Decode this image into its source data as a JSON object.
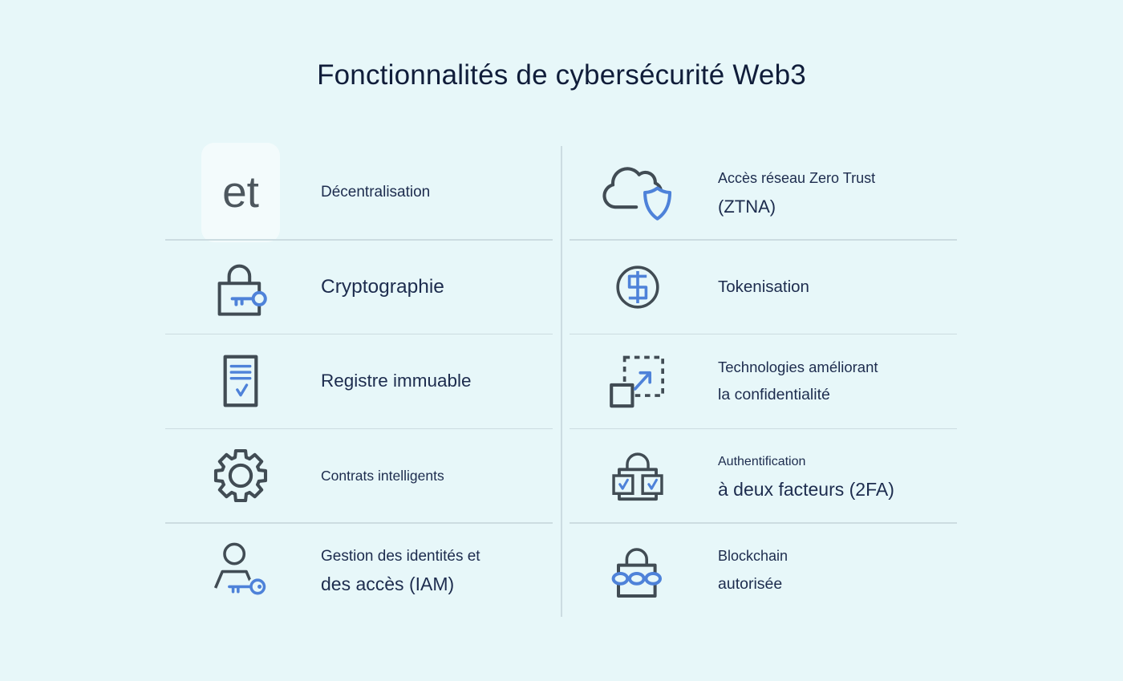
{
  "title": "Fonctionnalités de cybersécurité Web3",
  "theme": {
    "bg": "#e7f7f9",
    "divider": "#ccdce1",
    "icon_dark": "#414c54",
    "icon_blue": "#4e82d9",
    "text": "#1d2c4e",
    "title_color": "#101d3a",
    "et_color": "#4d575e"
  },
  "features": [
    {
      "name": "decentralisation",
      "icon": "et-text-icon",
      "icon_text": "et",
      "lines": [
        "Décentralisation"
      ]
    },
    {
      "name": "ztna",
      "icon": "cloud-shield-icon",
      "lines": [
        "Accès réseau Zero Trust",
        "(ZTNA)"
      ]
    },
    {
      "name": "cryptographie",
      "icon": "lock-key-icon",
      "lines": [
        "Cryptographie"
      ]
    },
    {
      "name": "tokenisation",
      "icon": "dollar-circle-icon",
      "lines": [
        "Tokenisation"
      ]
    },
    {
      "name": "registre-immuable",
      "icon": "document-check-icon",
      "lines": [
        "Registre immuable"
      ]
    },
    {
      "name": "technologies-confidentialite",
      "icon": "privacy-expand-icon",
      "lines": [
        "Technologies améliorant",
        "la confidentialité"
      ]
    },
    {
      "name": "contrats-intelligents",
      "icon": "gear-icon",
      "lines": [
        "Contrats intelligents"
      ]
    },
    {
      "name": "authentification-2fa",
      "icon": "two-factor-lock-icon",
      "lines": [
        "Authentification",
        "à deux facteurs (2FA)"
      ]
    },
    {
      "name": "gestion-identites-iam",
      "icon": "person-key-icon",
      "lines": [
        "Gestion des identités et",
        "des accès (IAM)"
      ]
    },
    {
      "name": "blockchain-autorisee",
      "icon": "lock-chain-icon",
      "lines": [
        "Blockchain",
        "autorisée"
      ]
    }
  ]
}
